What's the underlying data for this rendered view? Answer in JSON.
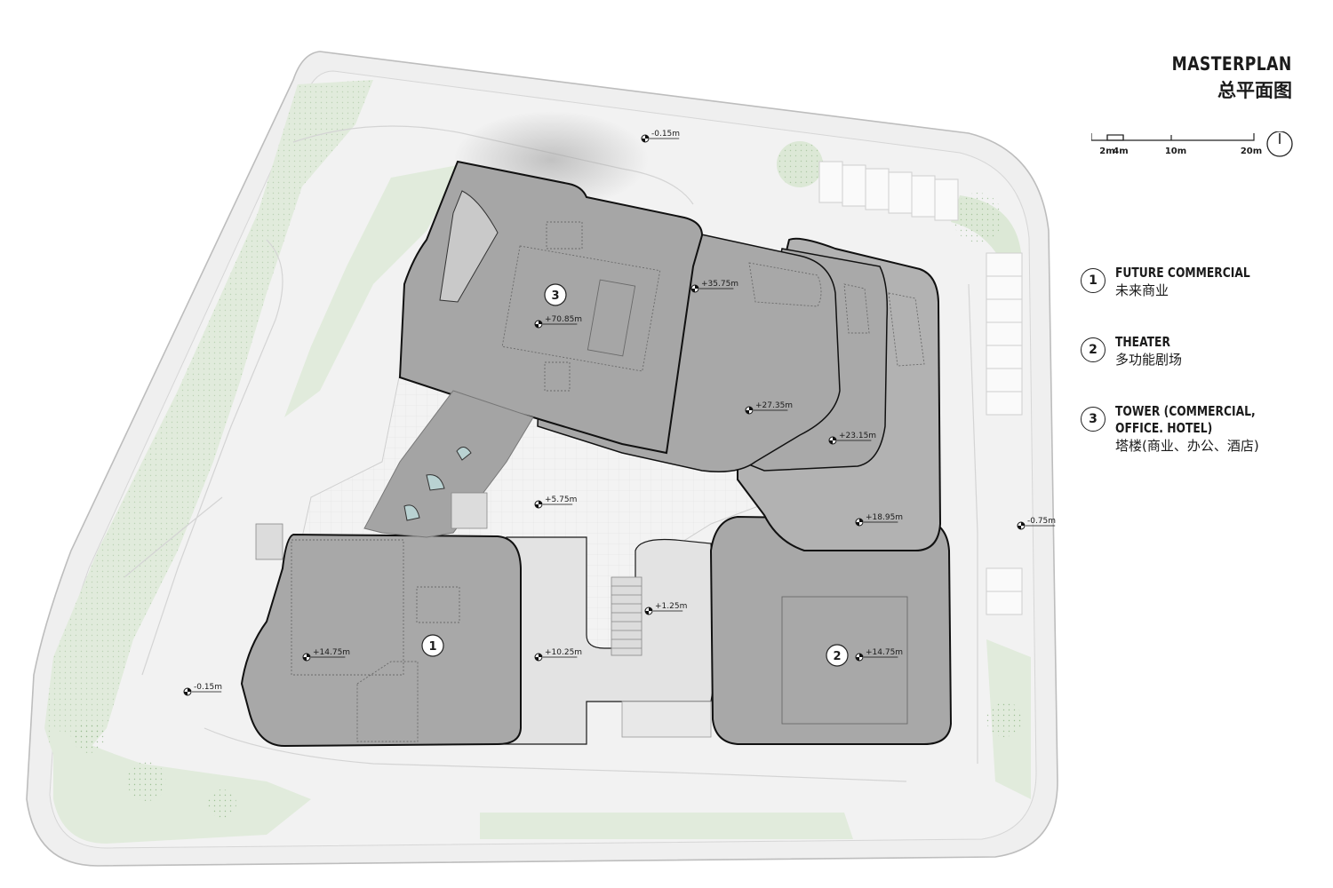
{
  "title": {
    "en": "MASTERPLAN",
    "cn": "总平面图"
  },
  "scale_bar": {
    "labels": [
      "2m",
      "4m",
      "10m",
      "20m"
    ]
  },
  "legend": [
    {
      "num": "1",
      "en": "FUTURE COMMERCIAL",
      "cn": "未来商业"
    },
    {
      "num": "2",
      "en": "THEATER",
      "cn": "多功能剧场"
    },
    {
      "num": "3",
      "en": "TOWER (COMMERCIAL, OFFICE. HOTEL)",
      "en_line1": "TOWER (COMMERCIAL,",
      "en_line2": "OFFICE. HOTEL)",
      "cn": "塔楼(商业、办公、酒店)"
    }
  ],
  "building_markers": [
    "1",
    "2",
    "3"
  ],
  "elevations": {
    "e_top": "-0.15m",
    "e_tower_top": "+70.85m",
    "e_3575": "+35.75m",
    "e_2735": "+27.35m",
    "e_2315": "+23.15m",
    "e_1895": "+18.95m",
    "e_east": "-0.75m",
    "e_575": "+5.75m",
    "e_125": "+1.25m",
    "e_b1": "+14.75m",
    "e_1025": "+10.25m",
    "e_b2": "+14.75m",
    "e_west": "-0.15m"
  },
  "colors": {
    "site_outline": "#bdbdbd",
    "ground": "#eeeeee",
    "path": "#f7f7f7",
    "green": "#dfeadb",
    "building_fill": "#a9a9a9",
    "building_stroke": "#1a1a1a",
    "deck": "#e4e4e4",
    "text": "#1b1b1b"
  }
}
